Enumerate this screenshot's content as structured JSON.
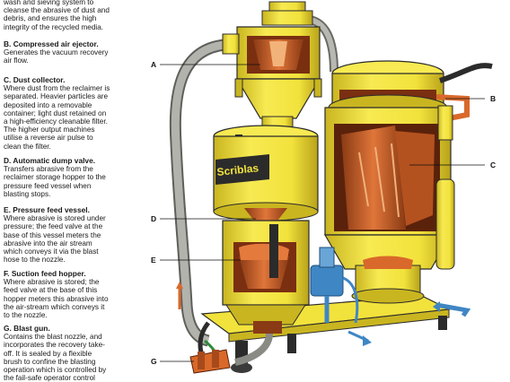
{
  "intro": "wash and sieving system to\ncleanse the abrasive of dust and\ndebris, and ensures the high\nintegrity of the recycled media.",
  "sections": [
    {
      "heading": "B. Compressed air ejector.",
      "body": "Generates the vacuum recovery\nair flow."
    },
    {
      "heading": "C. Dust collector.",
      "body": "Where dust from the reclaimer is\nseparated. Heavier particles are\ndeposited into a removable\ncontainer; light dust retained on\na high-efficiency cleanable filter.\nThe higher output machines\nutilise a reverse air pulse to\nclean the filter."
    },
    {
      "heading": "D. Automatic dump valve.",
      "body": "Transfers abrasive from the\nreclaimer storage hopper to the\npressure feed vessel when\nblasting stops."
    },
    {
      "heading": "E. Pressure feed vessel.",
      "body": "Where abrasive is stored under\npressure; the feed valve at the\nbase of this vessel meters the\nabrasive into the air stream\nwhich conveys it via the blast\nhose to the nozzle."
    },
    {
      "heading": "F. Suction feed hopper.",
      "body": "Where abrasive is stored; the\nfeed valve at the base of this\nhopper meters this abrasive into\nthe air-stream which conveys it\nto the nozzle."
    },
    {
      "heading": "G. Blast gun.",
      "body": "Contains the blast nozzle, and\nincorporates the recovery take-\noff. It is sealed by a flexible\nbrush to confine the blasting\noperation which is controlled by\nthe fail-safe operator control\nvalve."
    }
  ],
  "callouts": {
    "a": "A",
    "b": "B",
    "c": "C",
    "d": "D",
    "e": "E",
    "g": "G"
  },
  "machine_brand": "Scriblas",
  "colors": {
    "body_yellow": "#f2e23c",
    "shade_yellow": "#c9b520",
    "copper": "#d9692a",
    "copper_dark": "#8a3a14",
    "hose_grey": "#9a9a94",
    "blue": "#3f86c4",
    "frame_dark": "#2b2b2b"
  }
}
